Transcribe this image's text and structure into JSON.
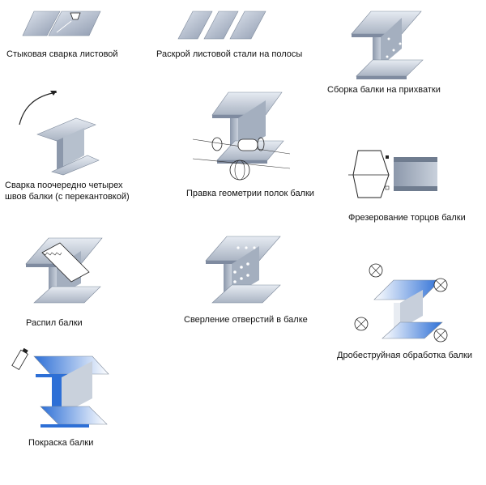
{
  "steps": [
    {
      "id": "butt-welding",
      "label": "Стыковая сварка листовой"
    },
    {
      "id": "strip-cutting",
      "label": "Раскрой листовой стали на полосы"
    },
    {
      "id": "tack-assembly",
      "label": "Сборка балки на прихватки"
    },
    {
      "id": "four-seam-welding",
      "label": "Сварка поочередно четырех\nшвов балки (с перекантовкой)"
    },
    {
      "id": "flange-straightening",
      "label": "Правка геометрии полок балки"
    },
    {
      "id": "end-milling",
      "label": "Фрезерование торцов балки"
    },
    {
      "id": "beam-sawing",
      "label": "Распил балки"
    },
    {
      "id": "hole-drilling",
      "label": "Сверление отверстий в балке"
    },
    {
      "id": "shot-blasting",
      "label": "Дробеструйная обработка балки"
    },
    {
      "id": "painting",
      "label": "Покраска балки"
    }
  ],
  "colors": {
    "steel_light": "#d9e0ea",
    "steel_mid": "#a9b4c4",
    "steel_dark": "#6f7c8f",
    "paint_blue": "#2d6fd6",
    "text": "#111111"
  }
}
